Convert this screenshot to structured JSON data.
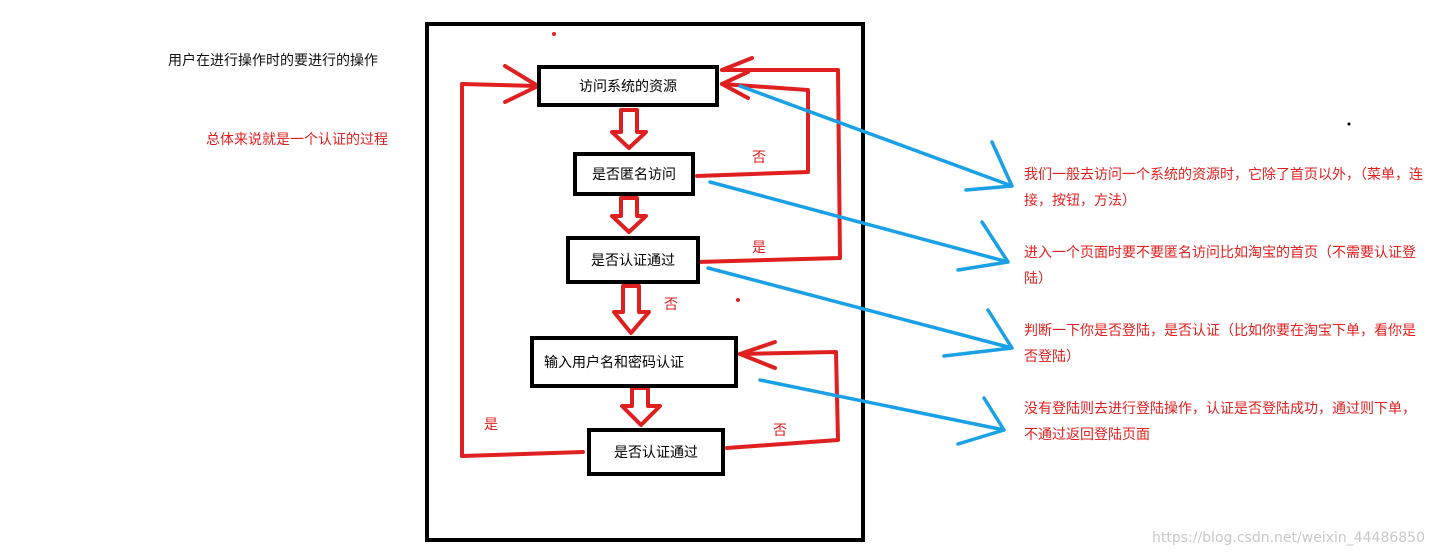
{
  "annotations": {
    "title": "用户在进行操作时的要进行的操作",
    "summary": "总体来说就是一个认证的过程"
  },
  "nodes": [
    {
      "id": "access",
      "label": "访问系统的资源"
    },
    {
      "id": "anonymous",
      "label": "是否匿名访问"
    },
    {
      "id": "auth1",
      "label": "是否认证通过"
    },
    {
      "id": "login",
      "label": "输入用户名和密码认证"
    },
    {
      "id": "auth2",
      "label": "是否认证通过"
    }
  ],
  "edge_labels": {
    "anonymous_no": "否",
    "auth1_yes": "是",
    "auth1_no": "否",
    "auth2_yes": "是",
    "auth2_no": "否"
  },
  "notes": [
    "我们一般去访问一个系统的资源时，它除了首页以外，（菜单，连接，按钮，方法）",
    "进入一个页面时要不要匿名访问比如淘宝的首页（不需要认证登陆）",
    "判断一下你是否登陆，是否认证（比如你要在淘宝下单，看你是否登陆）",
    "没有登陆则去进行登陆操作，认证是否登陆成功，通过则下单，不通过返回登陆页面"
  ],
  "watermark": "https://blog.csdn.net/weixin_44486850",
  "colors": {
    "flow": "#e02020",
    "pointer": "#1aa0e6",
    "frame": "#000000",
    "note_text": "#e02020"
  }
}
